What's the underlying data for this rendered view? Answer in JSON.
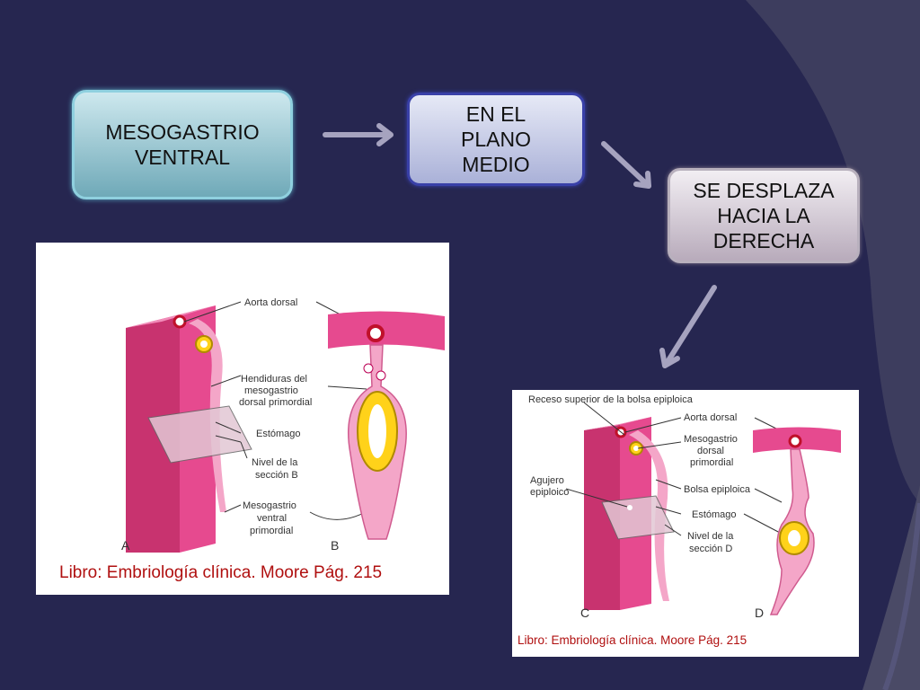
{
  "flow": {
    "box1": "MESOGASTRIO\nVENTRAL",
    "box2": "EN EL\nPLANO\nMEDIO",
    "box3": "SE DESPLAZA\nHACIA LA\nDERECHA"
  },
  "figure1": {
    "labels": {
      "aorta": "Aorta dorsal",
      "hend1": "Hendiduras del",
      "hend2": "mesogastrio",
      "hend3": "dorsal primordial",
      "estomago": "Estómago",
      "nivel1": "Nivel de la",
      "nivel2": "sección B",
      "meso1": "Mesogastrio",
      "meso2": "ventral",
      "meso3": "primordial",
      "a": "A",
      "b": "B"
    },
    "caption": "Libro: Embriología clínica. Moore Pág. 215"
  },
  "figure2": {
    "labels": {
      "receso": "Receso superior de la bolsa epiploica",
      "aorta": "Aorta dorsal",
      "mdp1": "Mesogastrio",
      "mdp2": "dorsal",
      "mdp3": "primordial",
      "agujero1": "Agujero",
      "agujero2": "epiploico",
      "bolsa": "Bolsa epiploica",
      "estomago": "Estómago",
      "nivel1": "Nivel de la",
      "nivel2": "sección D",
      "c": "C",
      "d": "D"
    },
    "caption": "Libro: Embriología clínica. Moore Pág. 215"
  },
  "colors": {
    "background": "#262650",
    "tissue": "#e64a8f",
    "tissue_light": "#f4a6c8",
    "caption": "#b01010"
  }
}
